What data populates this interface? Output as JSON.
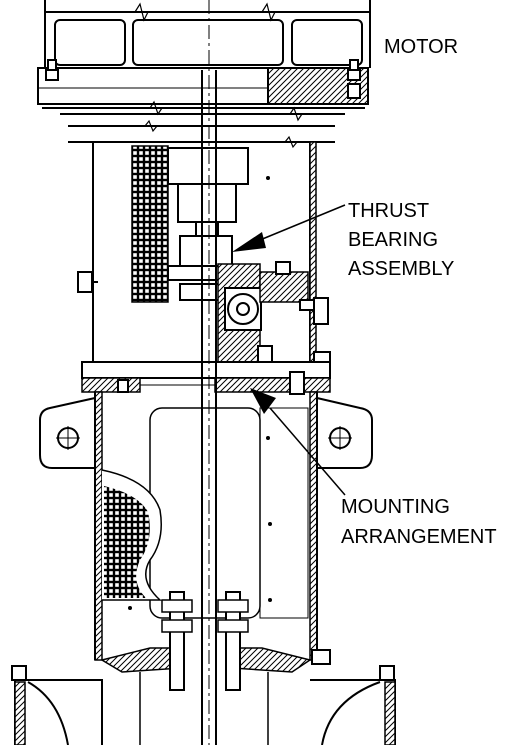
{
  "labels": {
    "motor": "MOTOR",
    "thrust_line1": "THRUST",
    "thrust_line2": "BEARING",
    "thrust_line3": "ASSEMBLY",
    "mounting_line1": "MOUNTING",
    "mounting_line2": "ARRANGEMENT"
  },
  "colors": {
    "ink": "#000000",
    "paper": "#ffffff"
  }
}
